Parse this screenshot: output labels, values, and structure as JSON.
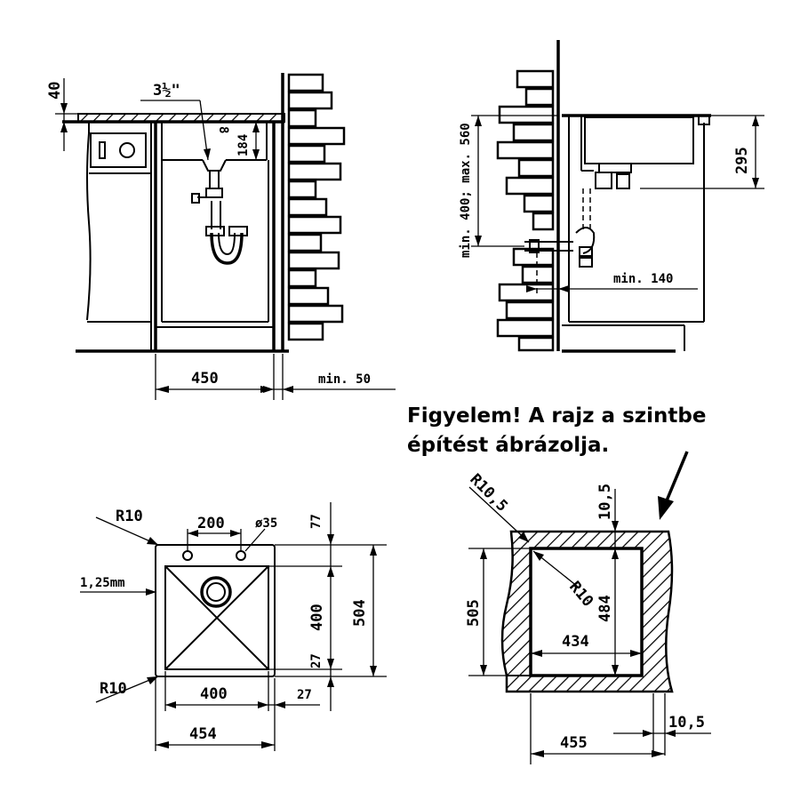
{
  "side_view": {
    "dim_40": "40",
    "dim_pipe": "3½\"",
    "dim_8": "8",
    "dim_184": "184",
    "dim_450": "450",
    "dim_min50": "min. 50"
  },
  "wall_view": {
    "dim_min400_max560": "min. 400; max. 560",
    "dim_295": "295",
    "dim_min140": "min. 140"
  },
  "note": {
    "line1": "Figyelem! A rajz a szintbe",
    "line2": "építést ábrázolja."
  },
  "top_view": {
    "dim_R10_top": "R10",
    "dim_200": "200",
    "dim_d35": "ø35",
    "dim_77": "77",
    "dim_thickness": "1,25mm",
    "dim_400_v": "400",
    "dim_504": "504",
    "dim_27_v": "27",
    "dim_R10_bottom": "R10",
    "dim_400_h": "400",
    "dim_27_h": "27",
    "dim_454": "454"
  },
  "cutout_view": {
    "dim_R10_5": "R10,5",
    "dim_10_5_top": "10,5",
    "dim_R10": "R10",
    "dim_505": "505",
    "dim_484": "484",
    "dim_434": "434",
    "dim_10_5_right": "10,5",
    "dim_455": "455"
  }
}
